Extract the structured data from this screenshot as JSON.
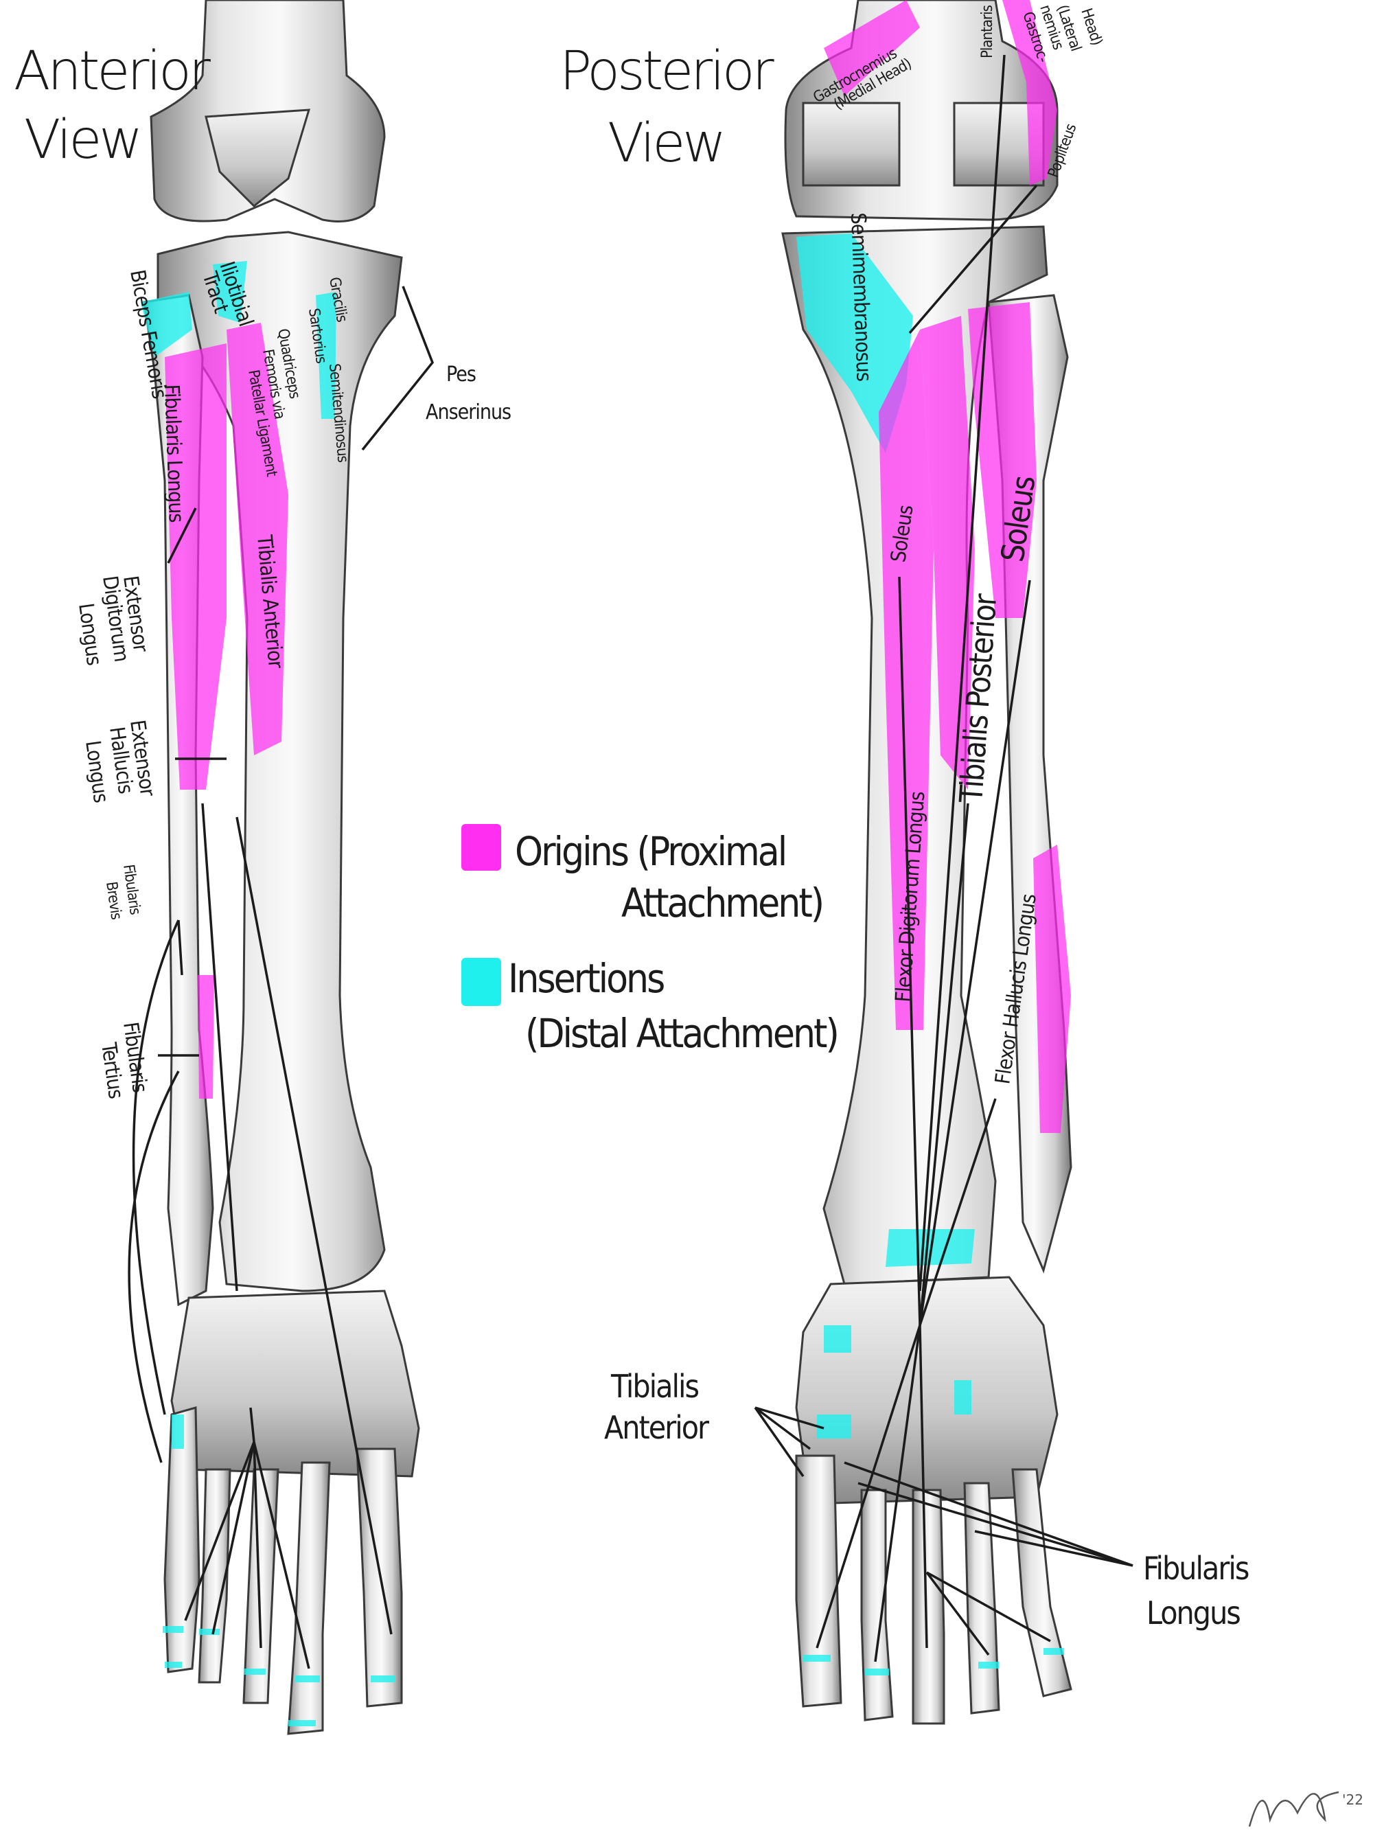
{
  "titles": {
    "anterior": [
      "Anterior",
      "View"
    ],
    "posterior": [
      "Posterior",
      "View"
    ]
  },
  "legend": {
    "origins": {
      "color": "#ff2ef0",
      "lines": [
        "Origins (Proximal",
        "Attachment)"
      ]
    },
    "insertions": {
      "color": "#1ff0ee",
      "lines": [
        "Insertions",
        "(Distal Attachment)"
      ]
    }
  },
  "anterior_labels": {
    "biceps_femoris": "Biceps Femoris",
    "iliotibial_tract": [
      "Iliotibial",
      "Tract"
    ],
    "gracilis": "Gracilis",
    "sartorius": "Sartorius",
    "semitendinosus": "Semitendinosus",
    "quadriceps": [
      "Quadriceps",
      "Femoris via",
      "Patellar Ligament"
    ],
    "pes_anserinus": [
      "Pes",
      "Anserinus"
    ],
    "fibularis_longus": "Fibularis Longus",
    "tibialis_anterior": "Tibialis Anterior",
    "extensor_digitorum_longus": [
      "Extensor",
      "Digitorum",
      "Longus"
    ],
    "extensor_hallucis_longus": [
      "Extensor",
      "Hallucis",
      "Longus"
    ],
    "fibularis_brevis": [
      "Fibularis",
      "Brevis"
    ],
    "fibularis_tertius": [
      "Fibularis",
      "Tertius"
    ]
  },
  "posterior_labels": {
    "gastrocnemius_medial": [
      "Gastrocnemius",
      "(Medial Head)"
    ],
    "plantaris": "Plantaris",
    "gastrocnemius_lateral": [
      "Gastroc-",
      "nemius",
      "(Lateral",
      "Head)"
    ],
    "popliteus": "Popliteus",
    "semimembranosus": "Semimembranosus",
    "soleus_medial": "Soleus",
    "soleus_lateral": "Soleus",
    "tibialis_posterior": "Tibialis Posterior",
    "flexor_digitorum_longus": "Flexor Digitorum Longus",
    "flexor_hallucis_longus": "Flexor Hallucis Longus",
    "tibialis_anterior": [
      "Tibialis",
      "Anterior"
    ],
    "fibularis_longus": [
      "Fibularis",
      "Longus"
    ]
  },
  "signature": {
    "text": "'22"
  }
}
